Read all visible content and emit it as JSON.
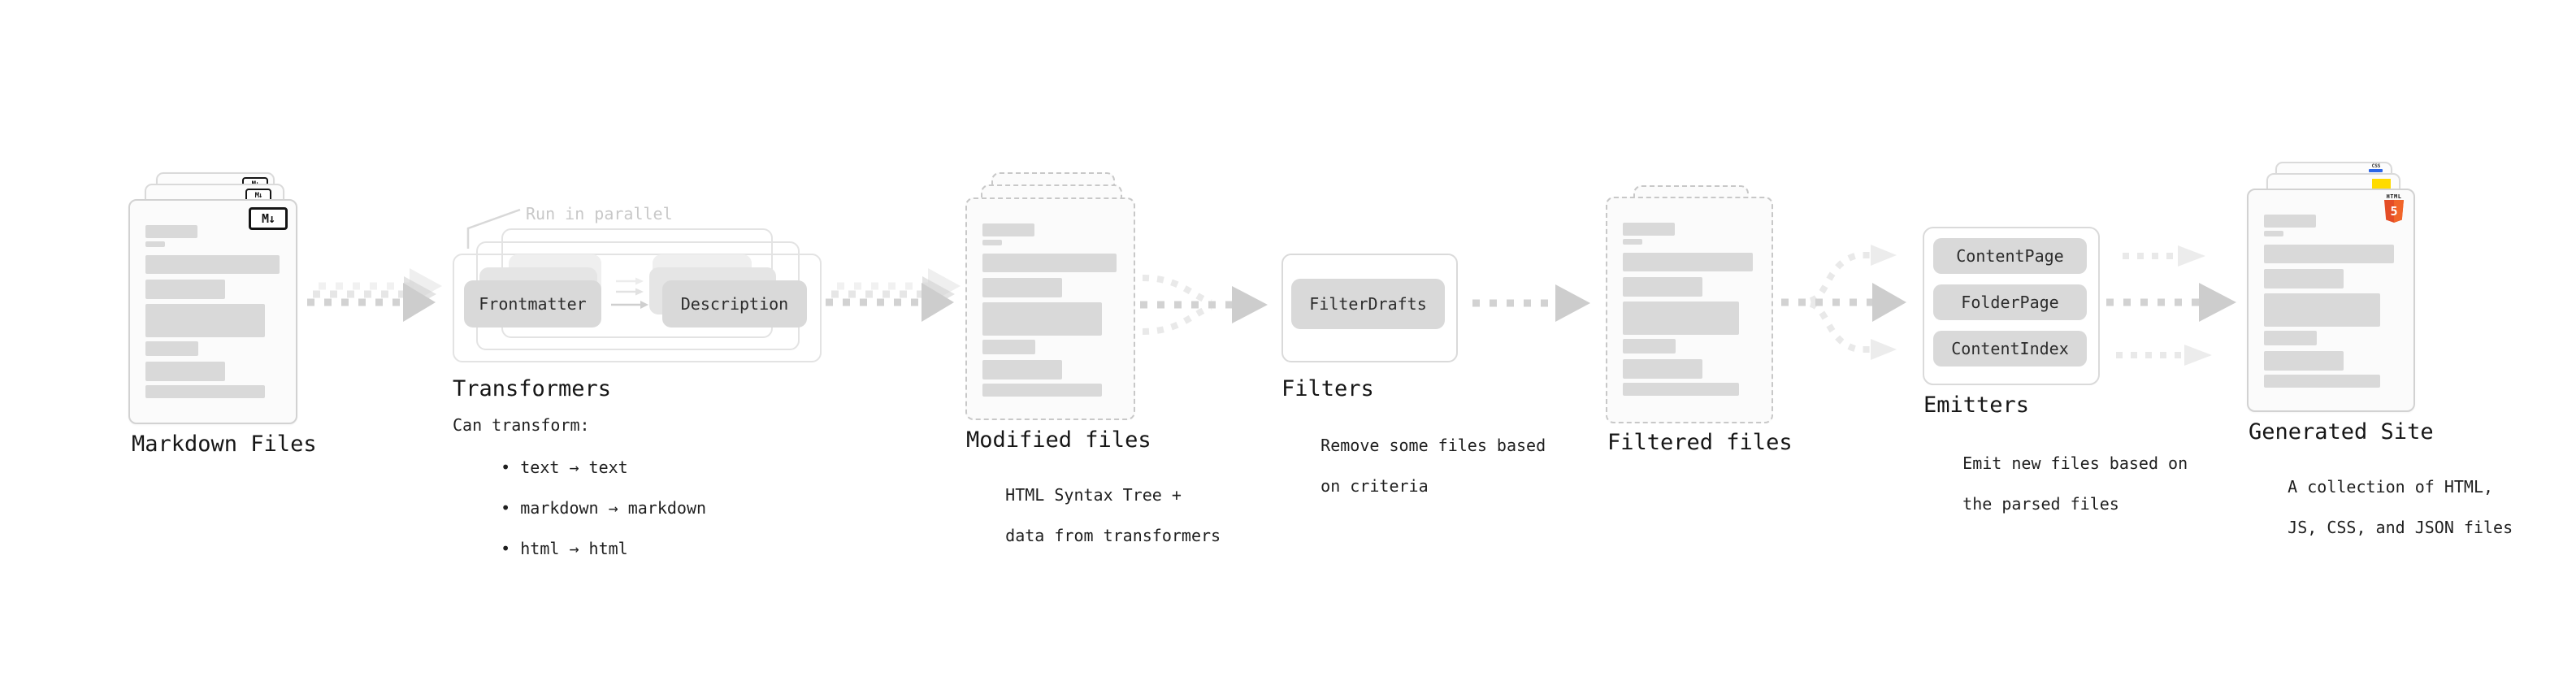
{
  "stages": {
    "markdown_files": {
      "label": "Markdown Files",
      "badge": "M↓"
    },
    "transformers": {
      "heading": "Transformers",
      "note": "Run in parallel",
      "step1": "Frontmatter",
      "step2": "Description",
      "sub_title": "Can transform:",
      "bullets": [
        "• text → text",
        "• markdown → markdown",
        "• html → html"
      ]
    },
    "modified_files": {
      "label": "Modified files",
      "sub": [
        "HTML Syntax Tree +",
        "data from transformers"
      ]
    },
    "filters": {
      "heading": "Filters",
      "step": "FilterDrafts",
      "sub": [
        "Remove some files based",
        "on criteria"
      ]
    },
    "filtered_files": {
      "label": "Filtered files"
    },
    "emitters": {
      "heading": "Emitters",
      "steps": [
        "ContentPage",
        "FolderPage",
        "ContentIndex"
      ],
      "sub": [
        "Emit new files based on",
        "the parsed files"
      ]
    },
    "generated_site": {
      "label": "Generated Site",
      "sub": [
        "A collection of HTML,",
        "JS, CSS, and JSON files"
      ],
      "css_badge": "CSS",
      "html_badge_word": "HTML",
      "html_badge_number": "5"
    }
  },
  "colors": {
    "bar": "#d9d9d9",
    "pill": "#d9d9d9",
    "dashed_border": "#c8c8c8",
    "arrow": "#cdcdcd",
    "note_gray": "#c8c8c8",
    "js_yellow": "#ffdb00",
    "css_blue": "#2b66e8",
    "html5_orange": "#e44d26"
  }
}
